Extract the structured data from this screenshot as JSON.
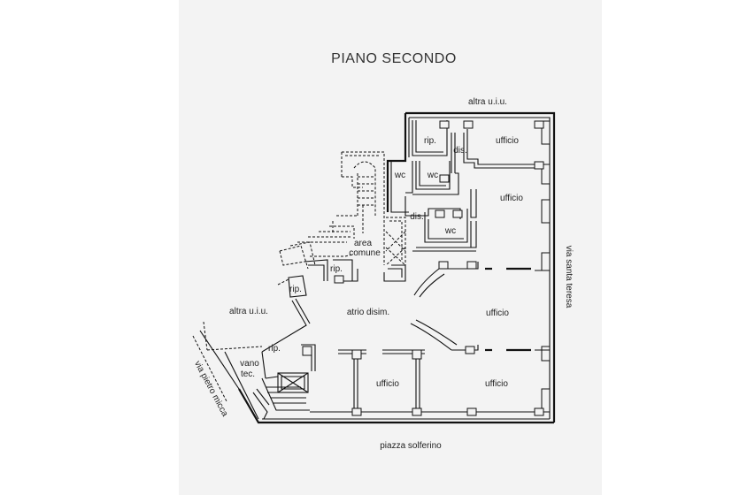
{
  "plan": {
    "title": "PIANO SECONDO",
    "rooms": {
      "rip_top": "rip.",
      "ufficio_top": "ufficio",
      "dis_top": "dis.",
      "wc_1": "wc",
      "wc_2": "wc",
      "ufficio_right_upper": "ufficio",
      "dis_mid": "dis.",
      "wc_3": "wc",
      "area": "area",
      "comune": "comune",
      "rip_small": "rip.",
      "rip_left": "rip.",
      "atrio": "atrio disim.",
      "ufficio_right_mid": "ufficio",
      "rip_lower": "rip.",
      "vano": "vano",
      "tec": "tec.",
      "ufficio_bottom_left": "ufficio",
      "ufficio_bottom_right": "ufficio"
    },
    "neighbors": {
      "top": "altra u.i.u.",
      "left": "altra u.i.u."
    },
    "streets": {
      "right": "via santa teresa",
      "bottom": "piazza solferino",
      "left": "via pietro micca"
    }
  }
}
